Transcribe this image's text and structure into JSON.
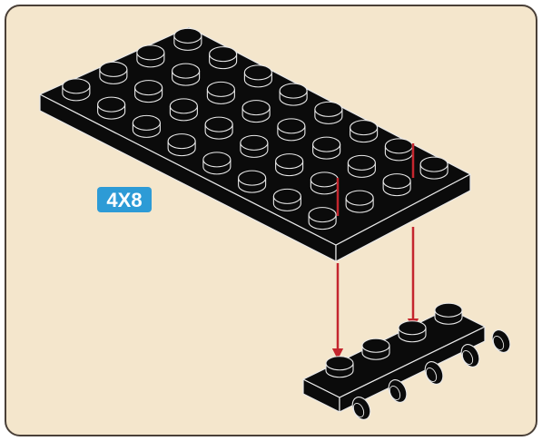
{
  "instruction_step": {
    "part_label": "4X8",
    "colors": {
      "panel_background": "#f4e6cc",
      "panel_border": "#4a4038",
      "brick": "#0b0b0b",
      "brick_edge": "#eaeaea",
      "arrow": "#c4262e",
      "badge": "#2d9bd6",
      "badge_text": "#ffffff"
    },
    "parts": [
      {
        "name": "plate",
        "size": "4X8",
        "icon": "black-4x8-plate"
      },
      {
        "name": "plate-with-clips",
        "icon": "black-plate-with-bar-clips",
        "studs": 4
      }
    ],
    "arrows": 2
  }
}
